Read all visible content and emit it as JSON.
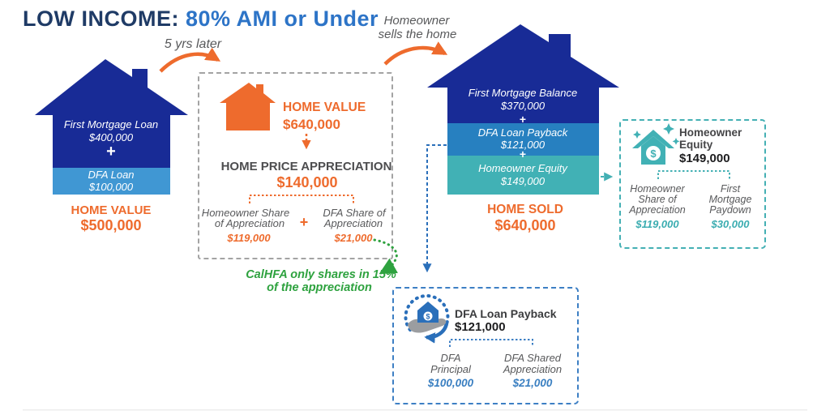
{
  "title": {
    "prefix": "LOW INCOME:",
    "suffix": "80% AMI or Under"
  },
  "annotations": {
    "five_years": "5 yrs later",
    "sells_line1": "Homeowner",
    "sells_line2": "sells the home",
    "note_line1": "CalHFA only shares in 15%",
    "note_line2": "of the appreciation"
  },
  "left_house": {
    "layers": [
      {
        "label": "First Mortgage Loan",
        "value": "$400,000"
      },
      {
        "label": "DFA Loan",
        "value": "$100,000"
      }
    ],
    "plus": "+",
    "caption": "HOME VALUE",
    "caption_value": "$500,000"
  },
  "middle_box": {
    "home_value_label": "HOME VALUE",
    "home_value": "$640,000",
    "appreciation_label": "HOME PRICE APPRECIATION",
    "appreciation_value": "$140,000",
    "plus": "+",
    "left": {
      "label_line1": "Homeowner Share",
      "label_line2": "of Appreciation",
      "value": "$119,000"
    },
    "right": {
      "label_line1": "DFA Share of",
      "label_line2": "Appreciation",
      "value": "$21,000"
    }
  },
  "right_house": {
    "layers": [
      {
        "label": "First Mortgage Balance",
        "value": "$370,000"
      },
      {
        "label": "DFA Loan Payback",
        "value": "$121,000"
      },
      {
        "label": "Homeowner Equity",
        "value": "$149,000"
      }
    ],
    "plus": "+",
    "caption": "HOME SOLD",
    "caption_value": "$640,000"
  },
  "equity_box": {
    "title_line1": "Homeowner",
    "title_line2": "Equity",
    "value": "$149,000",
    "left": {
      "lines": [
        "Homeowner",
        "Share of",
        "Appreciation"
      ],
      "value": "$119,000"
    },
    "right": {
      "lines": [
        "First",
        "Mortgage",
        "Paydown"
      ],
      "value": "$30,000"
    }
  },
  "payback_box": {
    "title": "DFA Loan Payback",
    "value": "$121,000",
    "left": {
      "lines": [
        "DFA",
        "Principal"
      ],
      "value": "$100,000"
    },
    "right": {
      "lines": [
        "DFA Shared",
        "Appreciation"
      ],
      "value": "$21,000"
    }
  },
  "icons": {
    "orange_house": "house-icon",
    "equity_house": "sparkle-house-dollar-icon",
    "payback_hand": "hand-house-cycle-icon",
    "dollar": "$"
  },
  "colors": {
    "navy_house": "#182b96",
    "title_navy": "#1f3b66",
    "title_blue": "#2d74c7",
    "light_blue_band": "#4097d3",
    "mid_blue_band": "#2780c0",
    "teal_band": "#41b1b5",
    "orange": "#ee6b2d",
    "green": "#2ea23f",
    "gray_text": "#58595b",
    "connector_blue": "#2a6fba"
  }
}
